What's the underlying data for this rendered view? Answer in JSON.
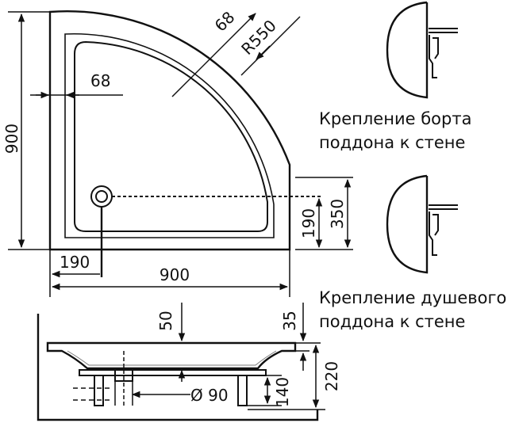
{
  "plan": {
    "dim_width_top": "68",
    "dim_radius": "R550",
    "dim_rim_left": "68",
    "dim_height": "900",
    "dim_drain_x": "190",
    "dim_width_bottom": "900",
    "dim_drain_y": "190",
    "dim_right_height": "350"
  },
  "section": {
    "dim_depth": "50",
    "dim_rim": "35",
    "dim_drain_diameter": "Ø 90",
    "dim_leg_height": "140",
    "dim_total_height": "220"
  },
  "captions": {
    "rim_mount_line1": "Крепление борта",
    "rim_mount_line2": "поддона к стене",
    "tray_mount_line1": "Крепление душевого",
    "tray_mount_line2": "поддона к стене"
  }
}
